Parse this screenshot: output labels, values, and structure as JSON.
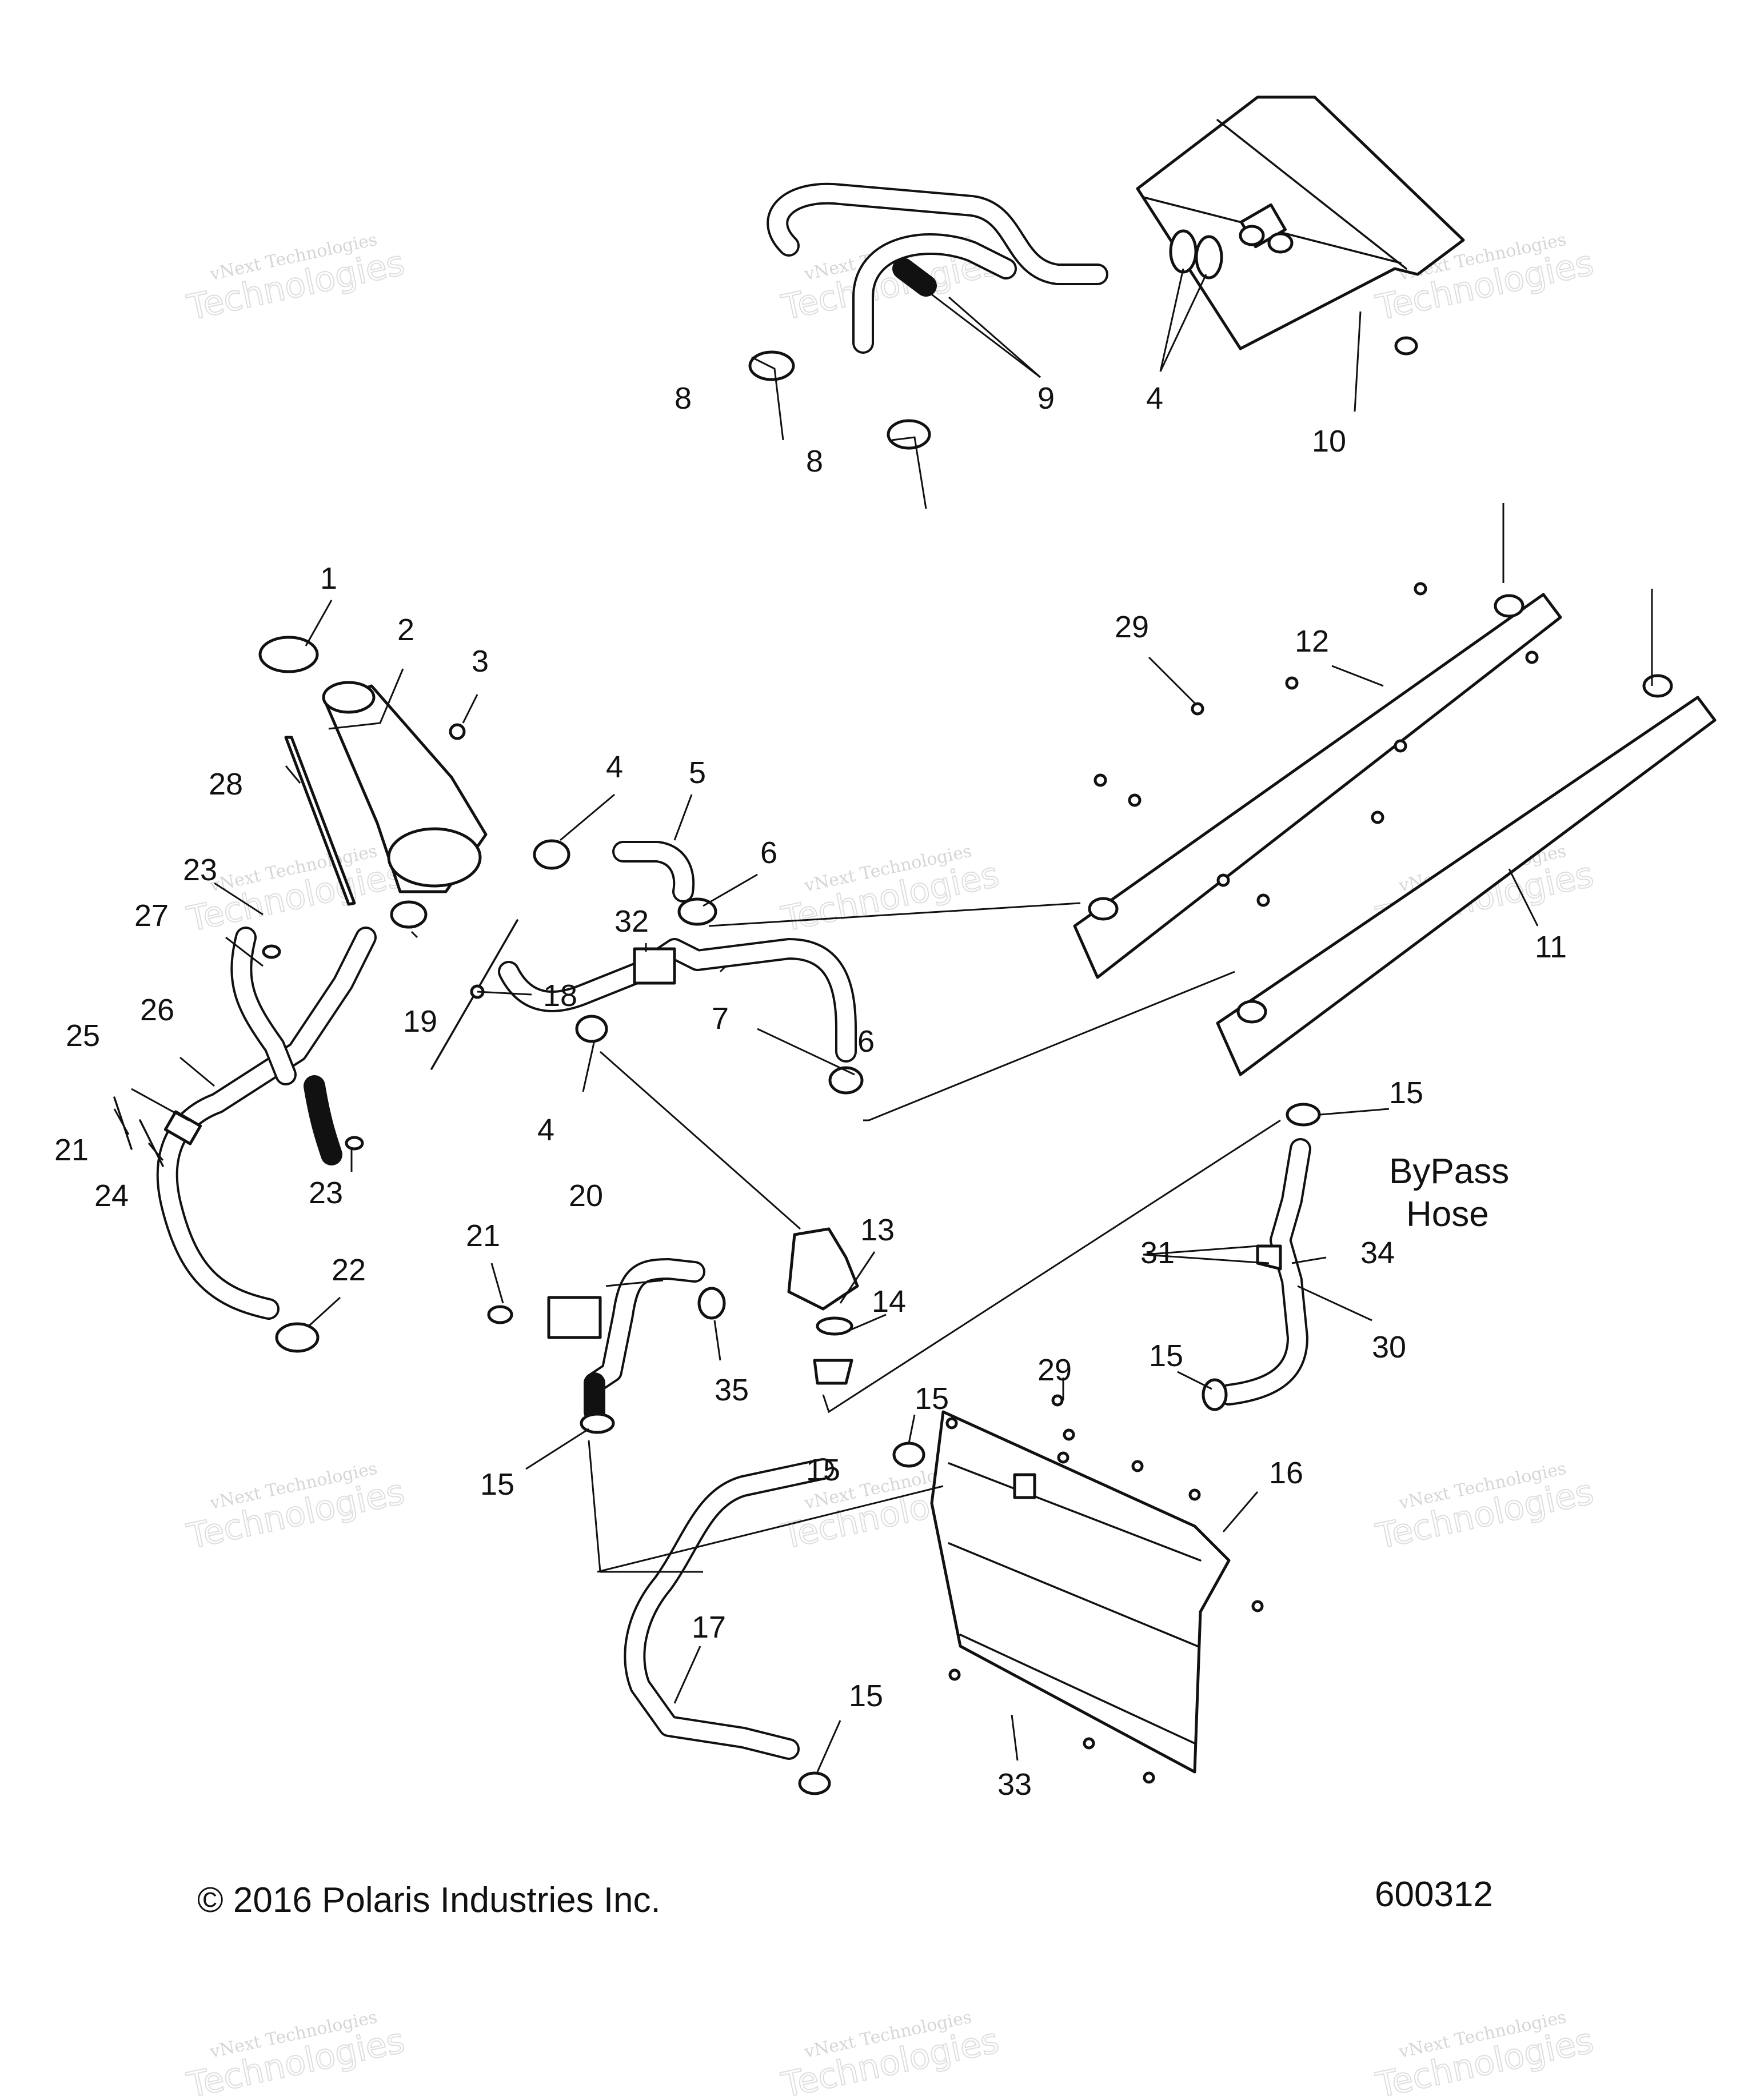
{
  "callouts": [
    "1",
    "2",
    "3",
    "4",
    "4",
    "4",
    "5",
    "6",
    "6",
    "7",
    "8",
    "8",
    "9",
    "10",
    "11",
    "12",
    "13",
    "14",
    "15",
    "15",
    "15",
    "15",
    "15",
    "15",
    "16",
    "17",
    "18",
    "19",
    "20",
    "21",
    "21",
    "22",
    "23",
    "23",
    "24",
    "25",
    "26",
    "27",
    "28",
    "29",
    "29",
    "30",
    "31",
    "32",
    "33",
    "34",
    "35"
  ],
  "note": {
    "line1": "ByPass",
    "line2": "Hose"
  },
  "footer": {
    "copyright": "© 2016 Polaris Industries Inc.",
    "drawing_number": "600312"
  },
  "watermark": {
    "line1": "vNext Technologies",
    "line2": "Technologies"
  }
}
